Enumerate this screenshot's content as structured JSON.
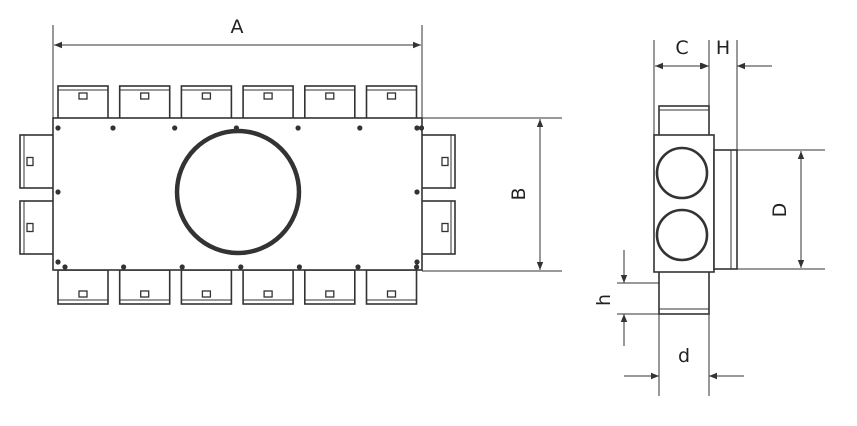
{
  "labels": {
    "A": "A",
    "B": "B",
    "C": "C",
    "H": "H",
    "D": "D",
    "h": "h",
    "d": "d"
  },
  "colors": {
    "line": "#333333",
    "background": "#ffffff"
  },
  "counts": {
    "top_spigots": 6,
    "bottom_spigots": 6,
    "left_spigots": 2,
    "right_spigots": 2,
    "side_view_spigots": 2
  }
}
